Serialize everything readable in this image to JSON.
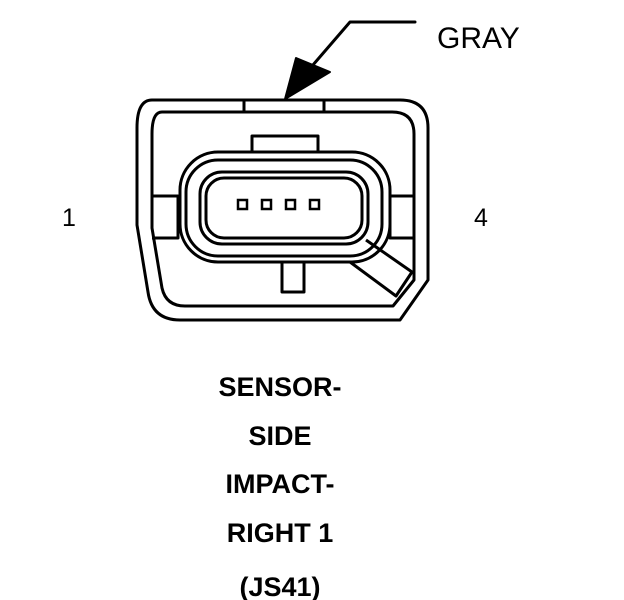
{
  "connector": {
    "wire_color": "GRAY",
    "pin_first": "1",
    "pin_last": "4",
    "pin_count": 4
  },
  "caption": {
    "lines": [
      "SENSOR-",
      "SIDE",
      "IMPACT-",
      "RIGHT 1"
    ],
    "code": "(JS41)"
  }
}
